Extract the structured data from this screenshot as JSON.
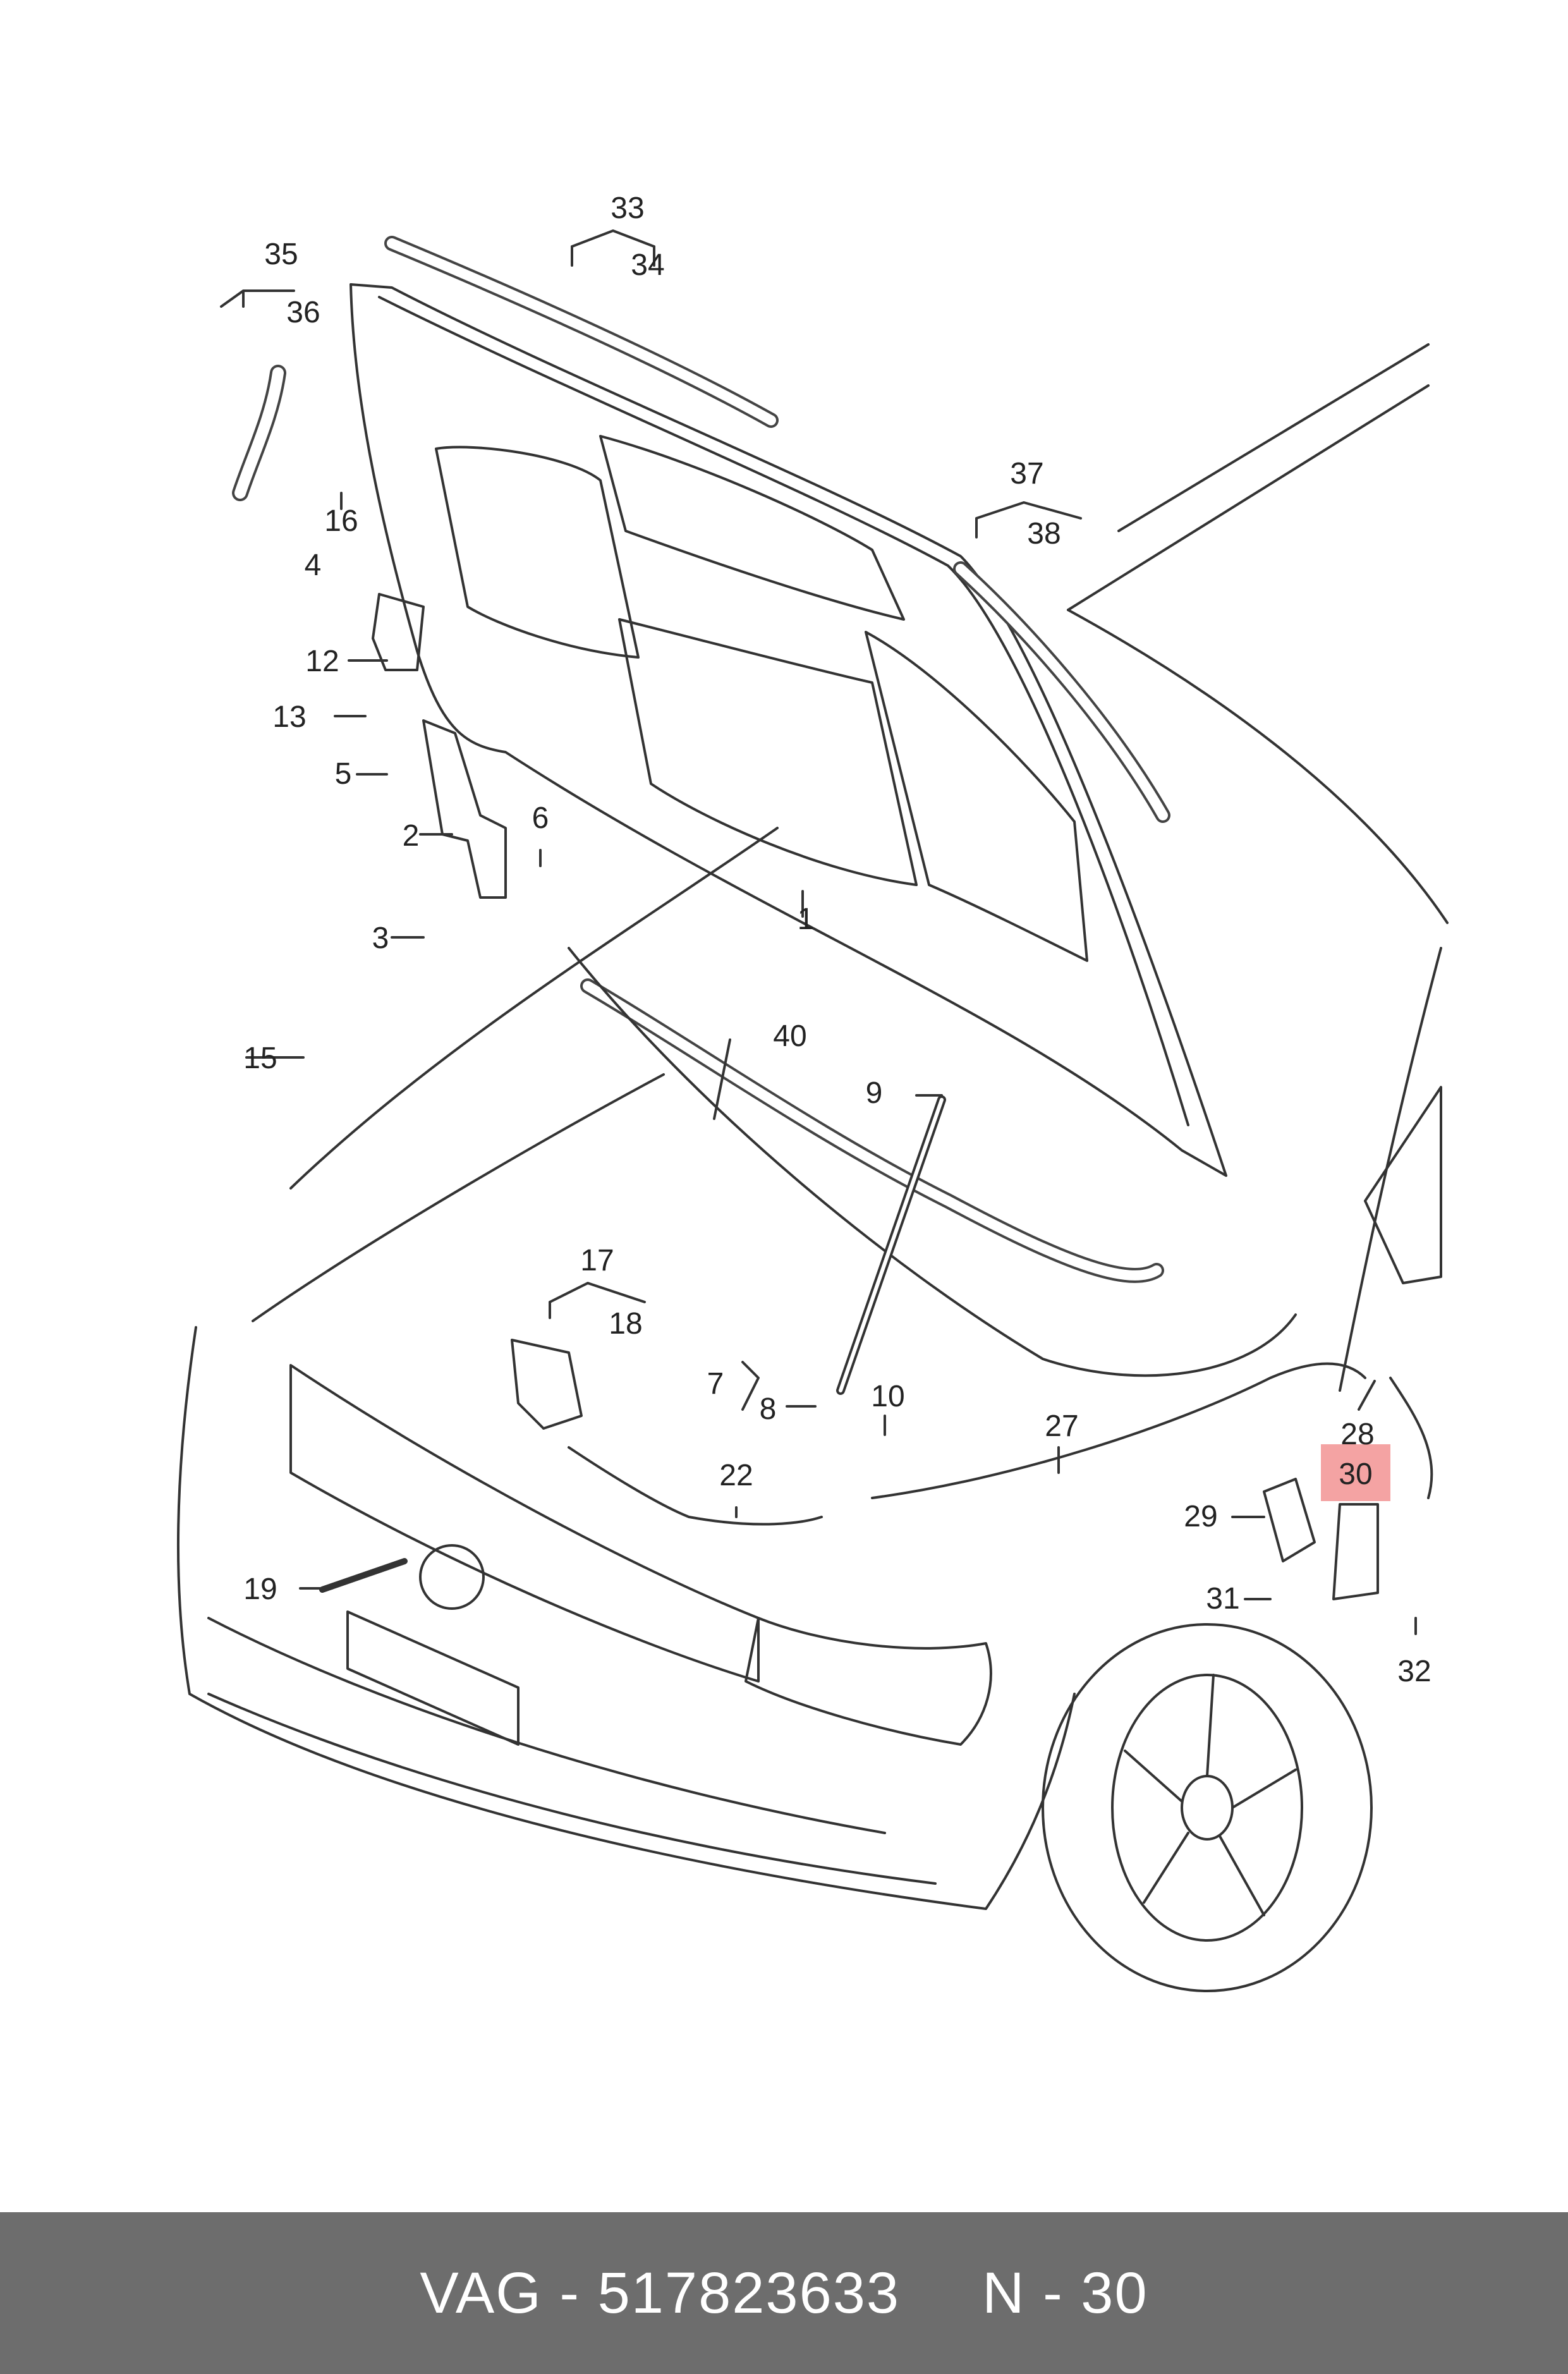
{
  "diagram": {
    "callouts": {
      "p1": "1",
      "p2": "2",
      "p3": "3",
      "p4": "4",
      "p5": "5",
      "p6": "6",
      "p7": "7",
      "p8": "8",
      "p9": "9",
      "p10": "10",
      "p12": "12",
      "p13": "13",
      "p15": "15",
      "p16": "16",
      "p17": "17",
      "p18": "18",
      "p19": "19",
      "p22": "22",
      "p27": "27",
      "p28": "28",
      "p29": "29",
      "p30": "30",
      "p31": "31",
      "p32": "32",
      "p33": "33",
      "p34": "34",
      "p35": "35",
      "p36": "36",
      "p37": "37",
      "p38": "38",
      "p40": "40"
    },
    "highlighted_callout": "30",
    "highlight_color": "#f4a3a3"
  },
  "footer": {
    "brand_part": "VAG - 517823633",
    "position": "N - 30",
    "background": "#6d6d6d"
  }
}
